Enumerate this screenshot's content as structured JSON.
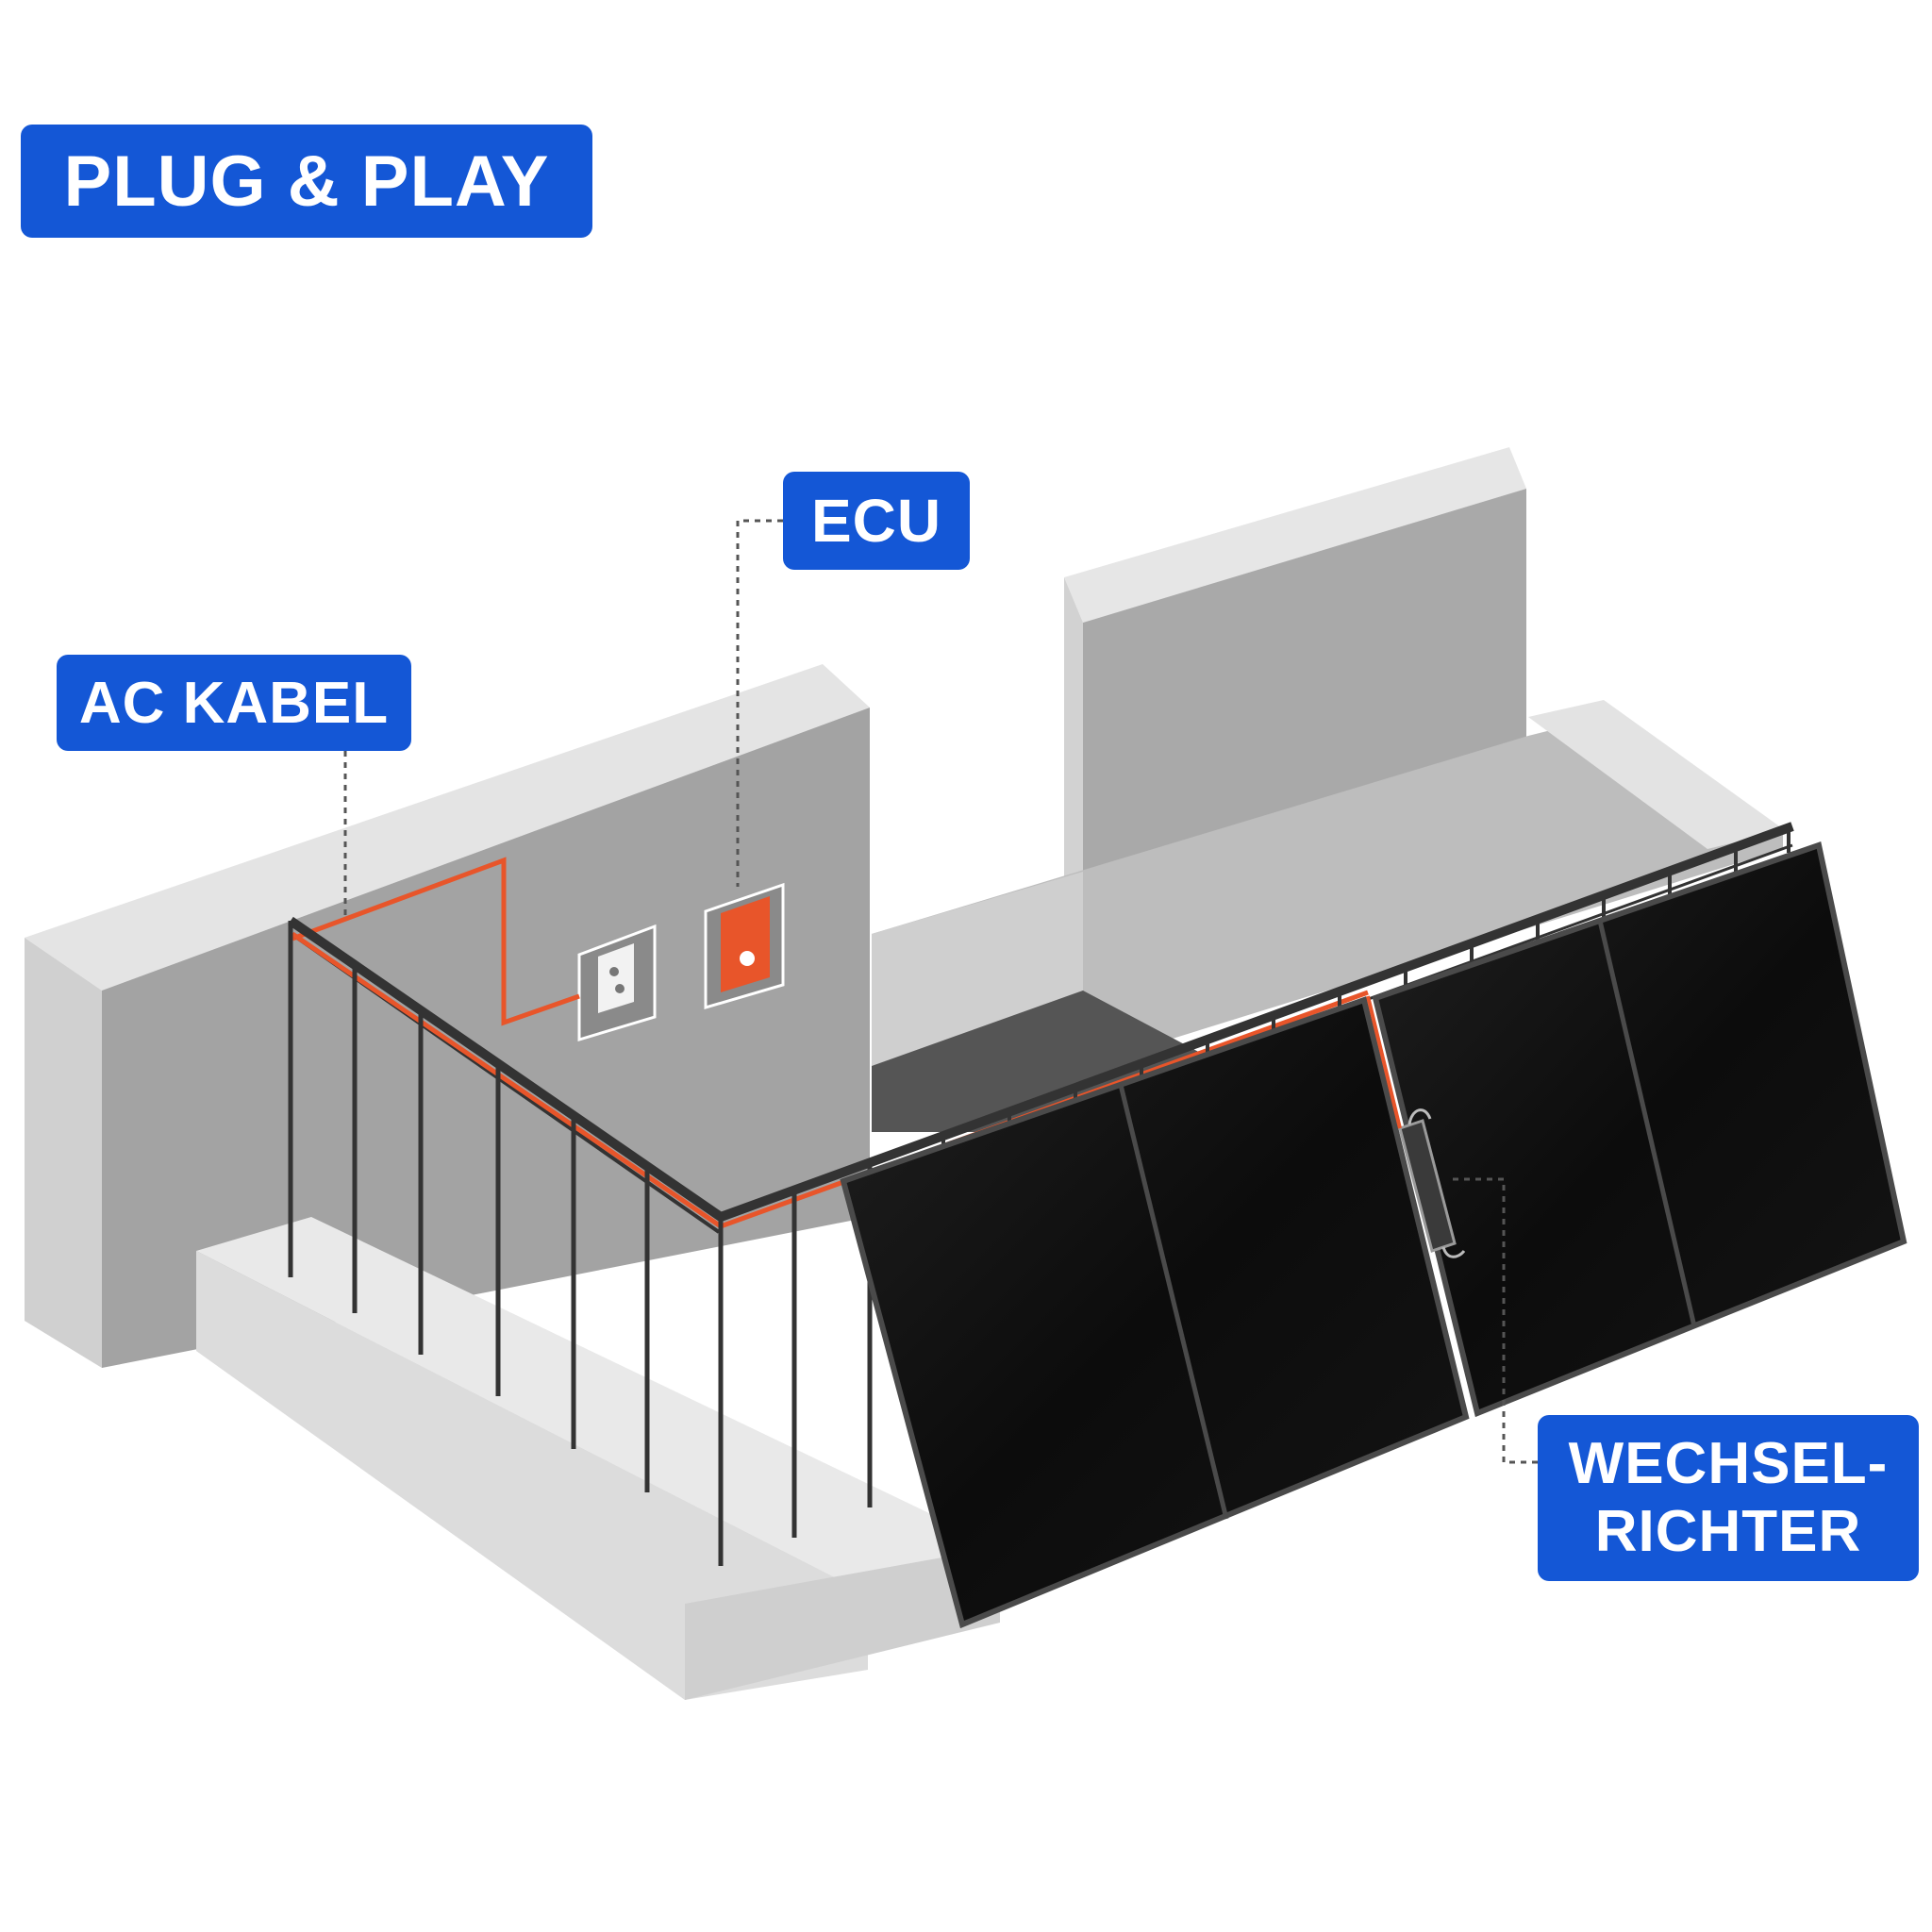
{
  "title": "PLUG & PLAY",
  "labels": {
    "ecu": "ECU",
    "ac_cable": "AC KABEL",
    "inverter_line1": "WECHSEL-",
    "inverter_line2": "RICHTER"
  },
  "colors": {
    "badge": "#1457d6",
    "cable": "#e8552a",
    "ecu_box": "#e8552a",
    "wall": "#a6a6a6",
    "wall_top": "#e2e2e2",
    "panel": "#0d0d0d",
    "railing": "#3a3a3a"
  },
  "diagram": {
    "components": [
      "solar-panels",
      "inverter",
      "ac-cable",
      "wall-socket",
      "ecu",
      "balcony-railing"
    ]
  }
}
